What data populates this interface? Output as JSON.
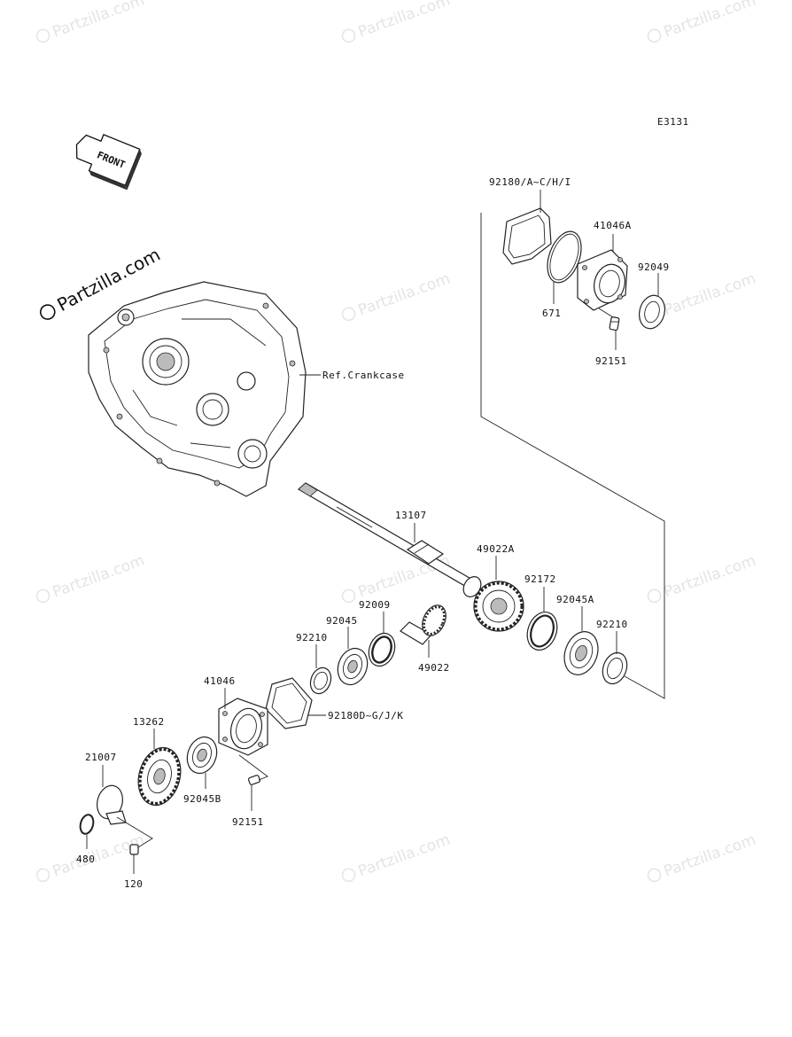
{
  "diagram": {
    "code": "E3131",
    "front_arrow": "FRONT",
    "reference": "Ref.Crankcase",
    "watermark": "Partzilla.com",
    "watermark_main": "Partzilla.com",
    "parts": {
      "p92180_a": "92180/A~C/H/I",
      "p41046a": "41046A",
      "p92049": "92049",
      "p671": "671",
      "p92151_top": "92151",
      "p13107": "13107",
      "p49022a": "49022A",
      "p92172": "92172",
      "p92045a": "92045A",
      "p92210_r": "92210",
      "p92009": "92009",
      "p92045": "92045",
      "p92210_l": "92210",
      "p49022": "49022",
      "p41046": "41046",
      "p92180_d": "92180D~G/J/K",
      "p13262": "13262",
      "p21007": "21007",
      "p92045b": "92045B",
      "p92151_bot": "92151",
      "p480": "480",
      "p120": "120"
    }
  }
}
